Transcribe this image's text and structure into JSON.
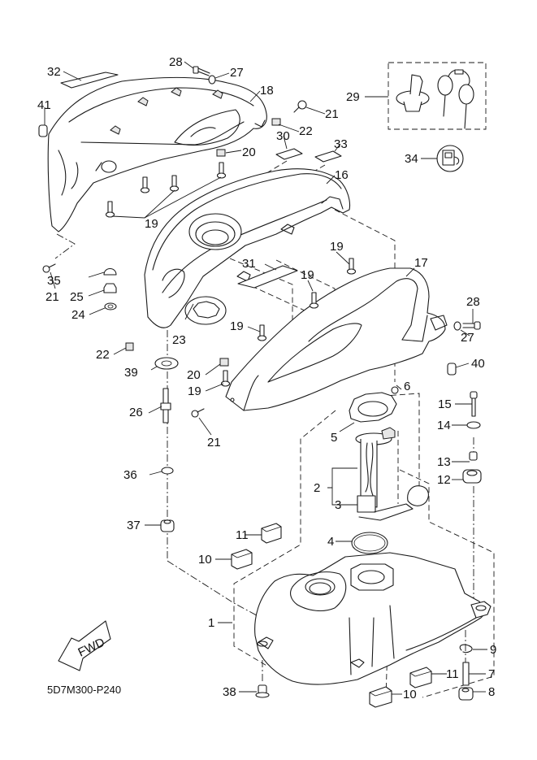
{
  "diagram": {
    "title": "Fuel tank and covers exploded parts view",
    "reference_code": "5D7M300-P240",
    "direction_label": "FWD",
    "colors": {
      "line": "#1a1a1a",
      "background": "#ffffff"
    }
  },
  "callouts": [
    {
      "id": "c1",
      "label": "1",
      "part": "fuel-tank"
    },
    {
      "id": "c2",
      "label": "2",
      "part": "fuel-pump-assembly"
    },
    {
      "id": "c3",
      "label": "3",
      "part": "fuel-sender-unit"
    },
    {
      "id": "c4",
      "label": "4",
      "part": "pump-gasket"
    },
    {
      "id": "c5",
      "label": "5",
      "part": "pump-plate"
    },
    {
      "id": "c6",
      "label": "6",
      "part": "nut"
    },
    {
      "id": "c7",
      "label": "7",
      "part": "collar"
    },
    {
      "id": "c8",
      "label": "8",
      "part": "damper"
    },
    {
      "id": "c9",
      "label": "9",
      "part": "clip"
    },
    {
      "id": "c10a",
      "label": "10",
      "part": "damper-block"
    },
    {
      "id": "c10b",
      "label": "10",
      "part": "damper-block"
    },
    {
      "id": "c11a",
      "label": "11",
      "part": "damper-block"
    },
    {
      "id": "c11b",
      "label": "11",
      "part": "damper-block"
    },
    {
      "id": "c12",
      "label": "12",
      "part": "grommet"
    },
    {
      "id": "c13",
      "label": "13",
      "part": "collar"
    },
    {
      "id": "c14",
      "label": "14",
      "part": "washer"
    },
    {
      "id": "c15",
      "label": "15",
      "part": "bolt"
    },
    {
      "id": "c16",
      "label": "16",
      "part": "tank-cover-inner"
    },
    {
      "id": "c17",
      "label": "17",
      "part": "side-cover"
    },
    {
      "id": "c18",
      "label": "18",
      "part": "top-cover"
    },
    {
      "id": "c19a",
      "label": "19",
      "part": "screw"
    },
    {
      "id": "c19b",
      "label": "19",
      "part": "screw"
    },
    {
      "id": "c19c",
      "label": "19",
      "part": "screw"
    },
    {
      "id": "c19d",
      "label": "19",
      "part": "screw"
    },
    {
      "id": "c19e",
      "label": "19",
      "part": "screw"
    },
    {
      "id": "c20a",
      "label": "20",
      "part": "nut"
    },
    {
      "id": "c20b",
      "label": "20",
      "part": "nut"
    },
    {
      "id": "c21a",
      "label": "21",
      "part": "screw"
    },
    {
      "id": "c21b",
      "label": "21",
      "part": "screw"
    },
    {
      "id": "c21c",
      "label": "21",
      "part": "screw"
    },
    {
      "id": "c22a",
      "label": "22",
      "part": "nut"
    },
    {
      "id": "c22b",
      "label": "22",
      "part": "nut"
    },
    {
      "id": "c23",
      "label": "23",
      "part": "cap-ring"
    },
    {
      "id": "c24",
      "label": "24",
      "part": "washer"
    },
    {
      "id": "c25",
      "label": "25",
      "part": "nut"
    },
    {
      "id": "c26",
      "label": "26",
      "part": "stud-bolt"
    },
    {
      "id": "c27a",
      "label": "27",
      "part": "washer"
    },
    {
      "id": "c27b",
      "label": "27",
      "part": "washer"
    },
    {
      "id": "c28a",
      "label": "28",
      "part": "bolt"
    },
    {
      "id": "c28b",
      "label": "28",
      "part": "bolt"
    },
    {
      "id": "c29",
      "label": "29",
      "part": "fuel-cap-and-key-set"
    },
    {
      "id": "c30",
      "label": "30",
      "part": "label"
    },
    {
      "id": "c31",
      "label": "31",
      "part": "label"
    },
    {
      "id": "c32",
      "label": "32",
      "part": "label"
    },
    {
      "id": "c33",
      "label": "33",
      "part": "label"
    },
    {
      "id": "c34",
      "label": "34",
      "part": "fuel-emblem"
    },
    {
      "id": "c35",
      "label": "35",
      "part": "cap"
    },
    {
      "id": "c36",
      "label": "36",
      "part": "washer"
    },
    {
      "id": "c37",
      "label": "37",
      "part": "damper"
    },
    {
      "id": "c38",
      "label": "38",
      "part": "collar"
    },
    {
      "id": "c39",
      "label": "39",
      "part": "washer"
    },
    {
      "id": "c40",
      "label": "40",
      "part": "grommet"
    },
    {
      "id": "c41",
      "label": "41",
      "part": "grommet"
    }
  ]
}
